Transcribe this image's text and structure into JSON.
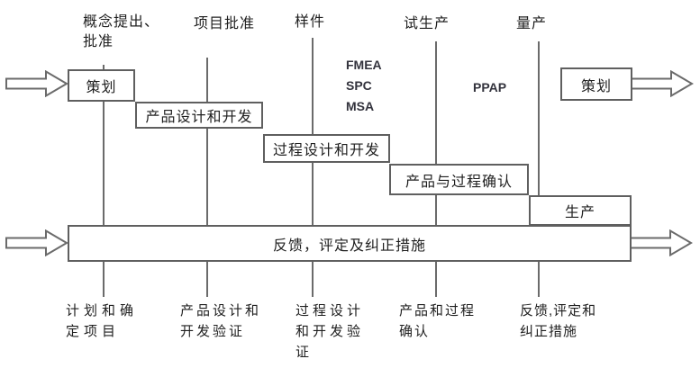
{
  "phase_markers": [
    {
      "label": "概念提出、\n批准"
    },
    {
      "label": "项目批准"
    },
    {
      "label": "样件"
    },
    {
      "label": "试生产"
    },
    {
      "label": "量产"
    }
  ],
  "stages": [
    {
      "label": "策划"
    },
    {
      "label": "产品设计和开发"
    },
    {
      "label": "过程设计和开发"
    },
    {
      "label": "产品与过程确认"
    },
    {
      "label": "生产"
    }
  ],
  "feedback_bar": {
    "label": "反馈，评定及纠正措施"
  },
  "next_cycle": {
    "label": "策划"
  },
  "quality_tools": [
    {
      "label": "FMEA"
    },
    {
      "label": "SPC"
    },
    {
      "label": "MSA"
    }
  ],
  "ppap": {
    "label": "PPAP"
  },
  "deliverables": [
    {
      "label": "计划和确\n定项目"
    },
    {
      "label": "产品设计和\n开发验证"
    },
    {
      "label": "过程设计\n和开发验\n证"
    },
    {
      "label": "产品和过程\n确认"
    },
    {
      "label": "反馈,评定和\n纠正措施"
    }
  ],
  "colors": {
    "line": "#6b6b6b",
    "box_border": "#5f5f5f",
    "text": "#1f1f1f",
    "tools_text": "#33333d",
    "background": "#ffffff"
  }
}
